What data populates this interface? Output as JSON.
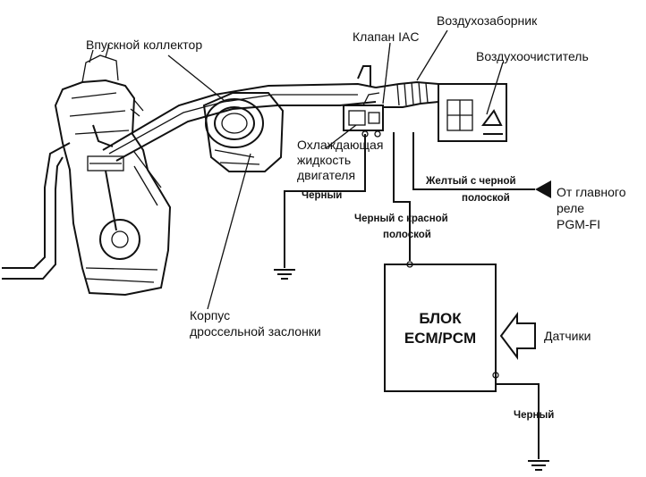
{
  "labels": {
    "intake_manifold": "Впускной коллектор",
    "iac_valve": "Клапан IAC",
    "air_intake": "Воздухозаборник",
    "air_cleaner": "Воздухоочиститель",
    "coolant_1": "Охлаждающая",
    "coolant_2": "жидкость",
    "coolant_3": "двигателя",
    "wire_black_top": "Черный",
    "wire_yellow_1": "Желтый с черной",
    "wire_yellow_2": "полоской",
    "main_relay_1": "От главного",
    "main_relay_2": "реле",
    "main_relay_3": "PGM-FI",
    "wire_black_red_1": "Черный с красной",
    "wire_black_red_2": "полоской",
    "throttle_body_1": "Корпус",
    "throttle_body_2": "дроссельной заслонки",
    "ecm_1": "БЛОК",
    "ecm_2": "ECM/PCM",
    "sensors": "Датчики",
    "wire_black_bottom": "Черный"
  }
}
